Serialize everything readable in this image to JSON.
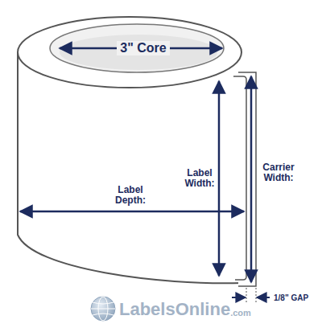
{
  "diagram": {
    "labels": [
      "3\" Core",
      "Label Width:",
      "Carrier Width:",
      "Label Depth:",
      "1/8\" GAP",
      "LabelsOnline",
      ".com"
    ]
  }
}
